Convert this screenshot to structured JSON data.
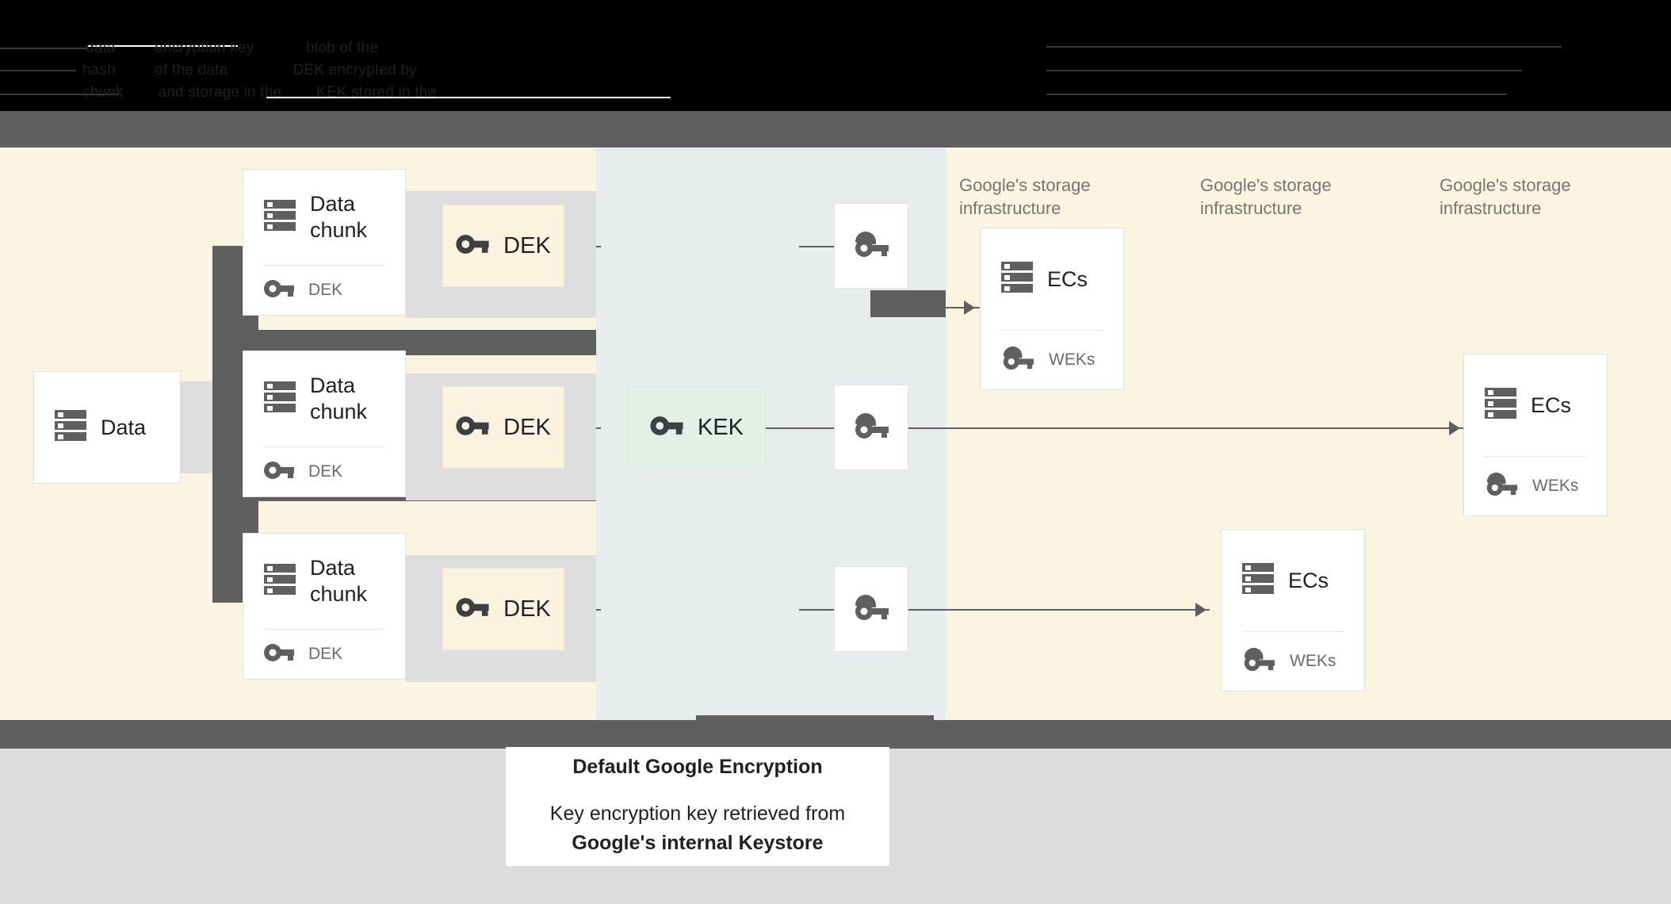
{
  "banner": {
    "note": "obscured dark text rows at top of screenshot",
    "rows": [
      "data         encryption key            blob of the",
      "hash         of the data               DEK encrypted by",
      "chunk        and storage in the        KEK stored in the"
    ]
  },
  "colors": {
    "canvas_cream": "#fbf4e0",
    "column_mid": "#e8ecec",
    "dek_chip": "#fbf3dd",
    "kek_chip": "#e2f0e7",
    "frame_gray": "#5f5f5f",
    "below_gray": "#dcdcdc",
    "card_white": "#ffffff",
    "icon_gray": "#5f5f5f",
    "muted_text": "#757575"
  },
  "diagram": {
    "source": {
      "label": "Data",
      "icon": "server-icon"
    },
    "chunks": [
      {
        "label": "Data\nchunk",
        "icon": "server-icon",
        "key_label": "DEK",
        "key_icon": "key-icon"
      },
      {
        "label": "Data\nchunk",
        "icon": "server-icon",
        "key_label": "DEK",
        "key_icon": "key-icon"
      },
      {
        "label": "Data\nchunk",
        "icon": "server-icon",
        "key_label": "DEK",
        "key_icon": "key-icon"
      }
    ],
    "dek_chips": [
      {
        "label": "DEK",
        "icon": "key-icon"
      },
      {
        "label": "DEK",
        "icon": "key-icon"
      },
      {
        "label": "DEK",
        "icon": "key-icon"
      }
    ],
    "kek": {
      "label": "KEK",
      "icon": "key-icon"
    },
    "wrapped_keys": [
      {
        "icon": "wrapped-key-icon"
      },
      {
        "icon": "wrapped-key-icon"
      },
      {
        "icon": "wrapped-key-icon"
      }
    ],
    "storage_labels": [
      "Google's storage\ninfrastructure",
      "Google's storage\ninfrastructure",
      "Google's storage\ninfrastructure"
    ],
    "storage_cards": [
      {
        "label": "ECs",
        "icon": "server-icon",
        "key_label": "WEKs",
        "key_icon": "wrapped-key-icon"
      },
      {
        "label": "ECs",
        "icon": "server-icon",
        "key_label": "WEKs",
        "key_icon": "wrapped-key-icon"
      },
      {
        "label": "ECs",
        "icon": "server-icon",
        "key_label": "WEKs",
        "key_icon": "wrapped-key-icon"
      }
    ]
  },
  "caption": {
    "title": "Default Google Encryption",
    "line1": "Key encryption key retrieved from",
    "line2": "Google's internal Keystore"
  }
}
